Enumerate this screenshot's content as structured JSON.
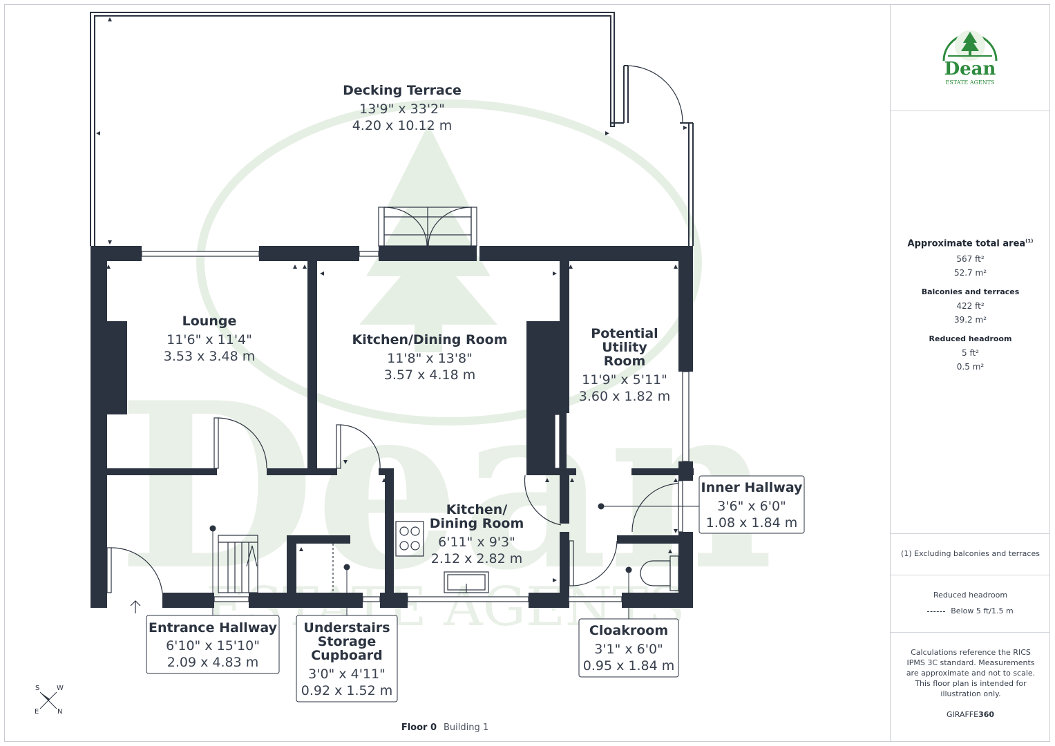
{
  "rooms": [
    {
      "name": "Decking Terrace",
      "dim_imperial": "13'9\" x 33'2\"",
      "dim_metric": "4.20 x 10.12 m"
    },
    {
      "name": "Lounge",
      "dim_imperial": "11'6\" x 11'4\"",
      "dim_metric": "3.53 x 3.48 m"
    },
    {
      "name": "Kitchen/Dining Room",
      "dim_imperial": "11'8\" x 13'8\"",
      "dim_metric": "3.57 x 4.18 m"
    },
    {
      "name_line1": "Potential",
      "name_line2": "Utility",
      "name_line3": "Room",
      "dim_imperial": "11'9\" x 5'11\"",
      "dim_metric": "3.60 x 1.82 m"
    },
    {
      "name_line1": "Kitchen/",
      "name_line2": "Dining Room",
      "dim_imperial": "6'11\" x 9'3\"",
      "dim_metric": "2.12 x 2.82 m"
    }
  ],
  "callouts": {
    "inner_hallway": {
      "name": "Inner Hallway",
      "dim_imperial": "3'6\" x 6'0\"",
      "dim_metric": "1.08 x 1.84 m"
    },
    "entrance_hallway": {
      "name": "Entrance Hallway",
      "dim_imperial": "6'10\" x 15'10\"",
      "dim_metric": "2.09 x 4.83 m"
    },
    "understairs": {
      "name_line1": "Understairs",
      "name_line2": "Storage",
      "name_line3": "Cupboard",
      "dim_imperial": "3'0\" x 4'11\"",
      "dim_metric": "0.92 x 1.52 m"
    },
    "cloakroom": {
      "name": "Cloakroom",
      "dim_imperial": "3'1\" x 6'0\"",
      "dim_metric": "0.95 x 1.84 m"
    }
  },
  "sidebar": {
    "logo_name": "Dean",
    "logo_tagline": "ESTATE AGENTS",
    "total_area_label": "Approximate total area",
    "total_area_sup": "(1)",
    "total_ft": "567 ft²",
    "total_m": "52.7 m²",
    "balconies_label": "Balconies and terraces",
    "balconies_ft": "422 ft²",
    "balconies_m": "39.2 m²",
    "reduced_label": "Reduced headroom",
    "reduced_ft": "5 ft²",
    "reduced_m": "0.5 m²",
    "footnote": "(1) Excluding balconies and terraces",
    "legend_title": "Reduced headroom",
    "legend_text": "Below 5 ft/1.5 m",
    "disclaimer": "Calculations reference the RICS IPMS 3C standard. Measurements are approximate and not to scale. This floor plan is intended for illustration only.",
    "brand_prefix": "GIRAFFE",
    "brand_suffix": "360"
  },
  "compass": {
    "s": "S",
    "w": "W",
    "e": "E",
    "n": "N"
  },
  "footer": {
    "floor": "Floor 0",
    "building": "Building 1"
  },
  "colors": {
    "wall": "#2b3340",
    "watermark": "#e6efe4",
    "logo_green": "#2e8b3e"
  }
}
